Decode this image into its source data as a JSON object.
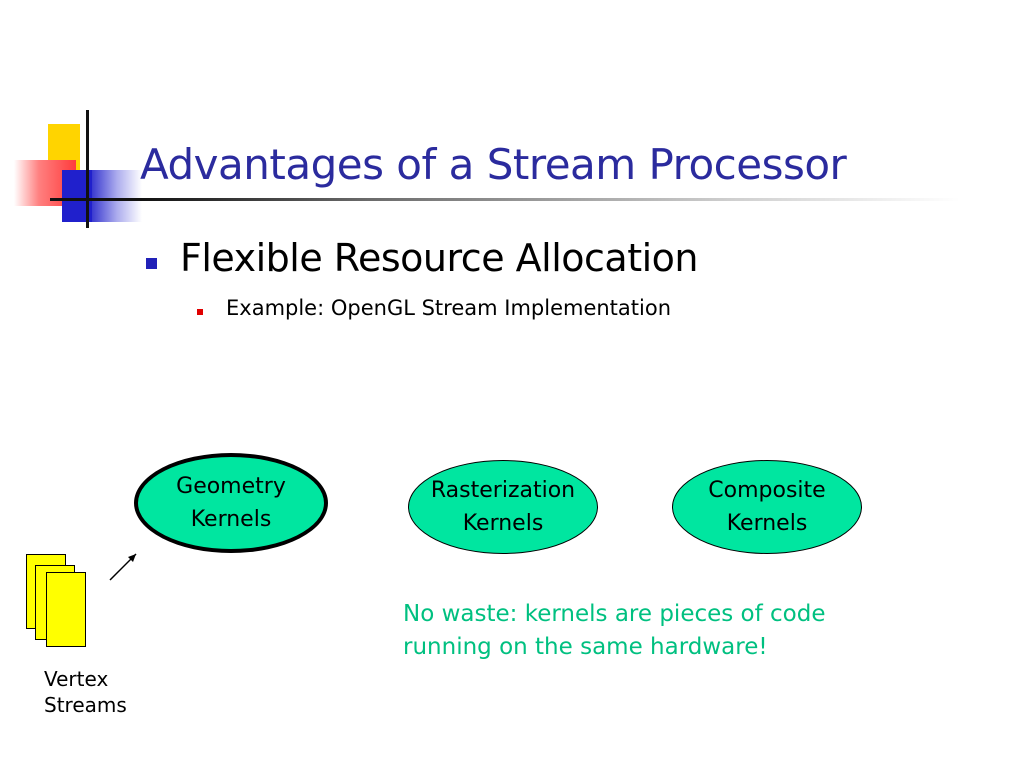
{
  "slide": {
    "title": "Advantages of a Stream Processor",
    "bullets": [
      {
        "text": "Flexible Resource Allocation",
        "sub": [
          {
            "text": "Example: OpenGL Stream Implementation"
          }
        ]
      }
    ]
  },
  "diagram": {
    "kernels": [
      {
        "line1": "Geometry",
        "line2": "Kernels",
        "bold_outline": true
      },
      {
        "line1": "Rasterization",
        "line2": "Kernels",
        "bold_outline": false
      },
      {
        "line1": "Composite",
        "line2": "Kernels",
        "bold_outline": false
      }
    ],
    "vertex_streams": {
      "line1": "Vertex",
      "line2": "Streams"
    },
    "note": {
      "line1": "No waste: kernels are pieces of code",
      "line2": "running on the same hardware!"
    },
    "colors": {
      "title": "#2b2b9e",
      "kernel_fill": "#00e6a0",
      "note_text": "#00c080",
      "stream_sheet": "#ffff00",
      "bullet_primary": "#2121b8",
      "bullet_secondary": "#e00000"
    }
  }
}
